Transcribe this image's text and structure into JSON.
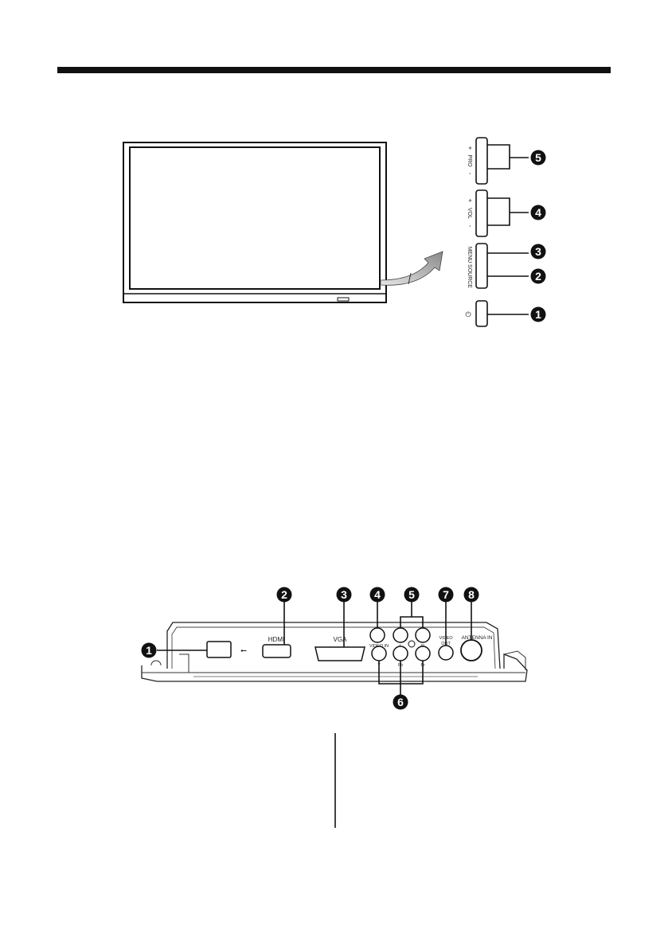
{
  "side_panel": {
    "pro_plus": "+",
    "pro_label": "PRO",
    "pro_minus": "-",
    "vol_plus": "+",
    "vol_label": "VOL",
    "vol_minus": "-",
    "menu_label": "MENU",
    "source_label": "SOURCE",
    "power_symbol": "⏻"
  },
  "rear_panel": {
    "hdmi_label": "HDMI",
    "vga_label": "VGA",
    "video_in_label": "VIDEO IN",
    "l_label": "L",
    "r_label": "R",
    "video_out_label": "VIDEO OUT",
    "antenna_in_label": "ANTENNA IN",
    "y_label": "Y",
    "pb_label": "Pb",
    "pr_label": "Pr",
    "usb_symbol": "⭠"
  },
  "callouts": {
    "front": [
      "5",
      "4",
      "3",
      "2",
      "1"
    ],
    "rear": [
      "1",
      "2",
      "3",
      "4",
      "5",
      "7",
      "8",
      "6"
    ]
  },
  "colors": {
    "ink": "#111111",
    "arrow_fill": "#b0b0b0"
  }
}
